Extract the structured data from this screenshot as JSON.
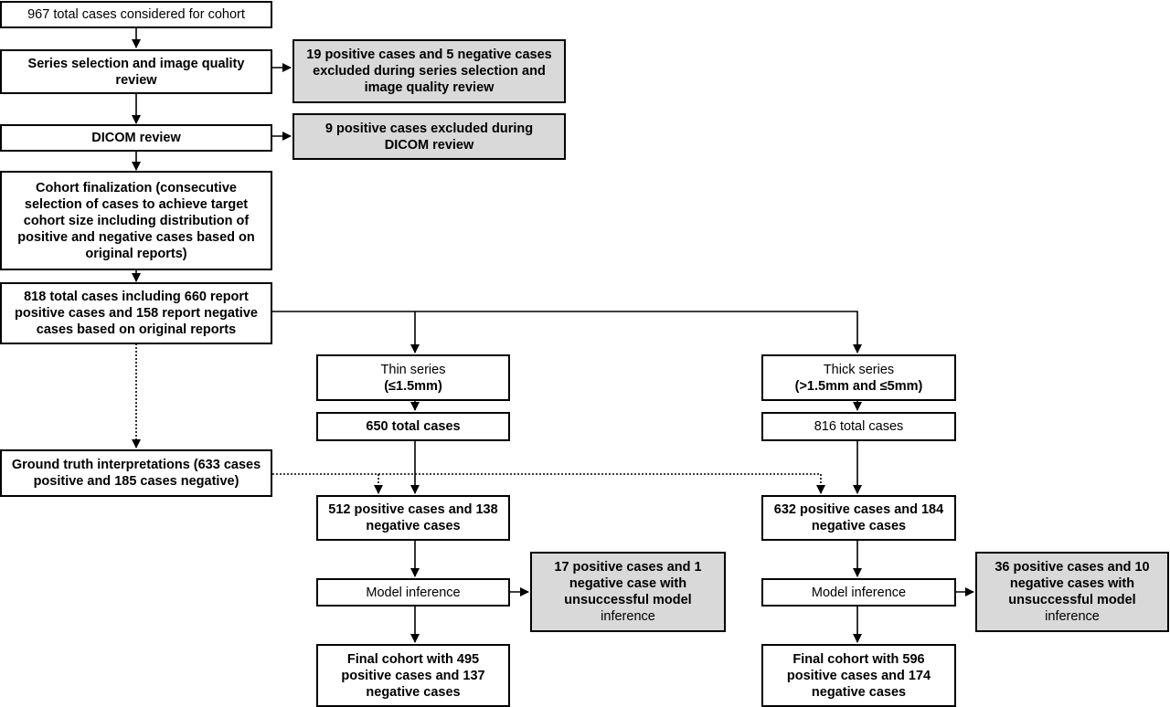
{
  "diagram": {
    "start": {
      "text": "967 total cases considered for cohort"
    },
    "series_review": {
      "text": "Series selection and image quality review"
    },
    "series_excluded": {
      "text": "19 positive cases and 5 negative cases excluded during series selection and image quality review"
    },
    "dicom_review": {
      "text": "DICOM review"
    },
    "dicom_excluded": {
      "text": "9 positive cases excluded during DICOM review"
    },
    "cohort_final": {
      "text": "Cohort finalization (consecutive selection of cases to achieve target cohort size including distribution of positive and negative cases based on original reports)"
    },
    "total_818": {
      "text": "818 total cases including 660 report positive cases and 158 report negative cases based on original reports"
    },
    "ground_truth": {
      "text": "Ground truth interpretations (633 cases positive and 185 cases negative)"
    },
    "thin": {
      "series": {
        "line1": "Thin series",
        "line2": "(≤1.5mm)"
      },
      "total": {
        "text": "650 total cases"
      },
      "split": {
        "text": "512 positive cases and 138 negative cases"
      },
      "inference": {
        "text": "Model inference"
      },
      "failed": {
        "text": "17 positive cases and 1 negative case with unsuccessful model",
        "tail": "inference"
      },
      "final": {
        "text": "Final cohort with 495 positive cases and 137 negative cases"
      }
    },
    "thick": {
      "series": {
        "line1": "Thick series",
        "line2": "(>1.5mm and ≤5mm)"
      },
      "total": {
        "text": "816 total cases"
      },
      "split": {
        "text": "632 positive cases and 184 negative cases"
      },
      "inference": {
        "text": "Model inference"
      },
      "failed": {
        "text": "36 positive cases and 10 negative cases with unsuccessful model",
        "tail": "inference"
      },
      "final": {
        "text": "Final cohort with 596 positive cases and 174 negative cases"
      }
    }
  }
}
